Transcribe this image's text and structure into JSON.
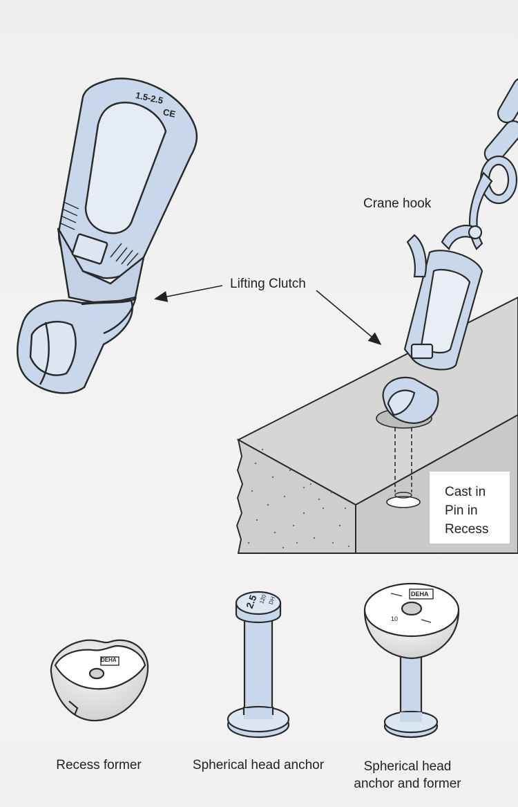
{
  "labels": {
    "crane_hook": "Crane hook",
    "lifting_clutch": "Lifting Clutch",
    "cast_in": [
      "Cast in",
      "Pin in",
      "Recess"
    ],
    "recess_former": "Recess former",
    "spherical_head_anchor": "Spherical head anchor",
    "anchor_and_former": [
      "Spherical head",
      "anchor and former"
    ]
  },
  "markings": {
    "clutch_load": "1.5-2.5",
    "ce_mark": "CE",
    "brand": "DEHA",
    "anchor_load": "2.5",
    "anchor_length": "120",
    "anchor_code": "DH",
    "former_size": "10"
  },
  "colors": {
    "metal": "#c9d7ea",
    "metal_light": "#dde7f4",
    "outline": "#2a2a2a",
    "concrete_top": "#d4d4d4",
    "concrete_side": "#c6c6c6",
    "concrete_cut": "#cfcfcf",
    "background": "#f1f1f1"
  }
}
